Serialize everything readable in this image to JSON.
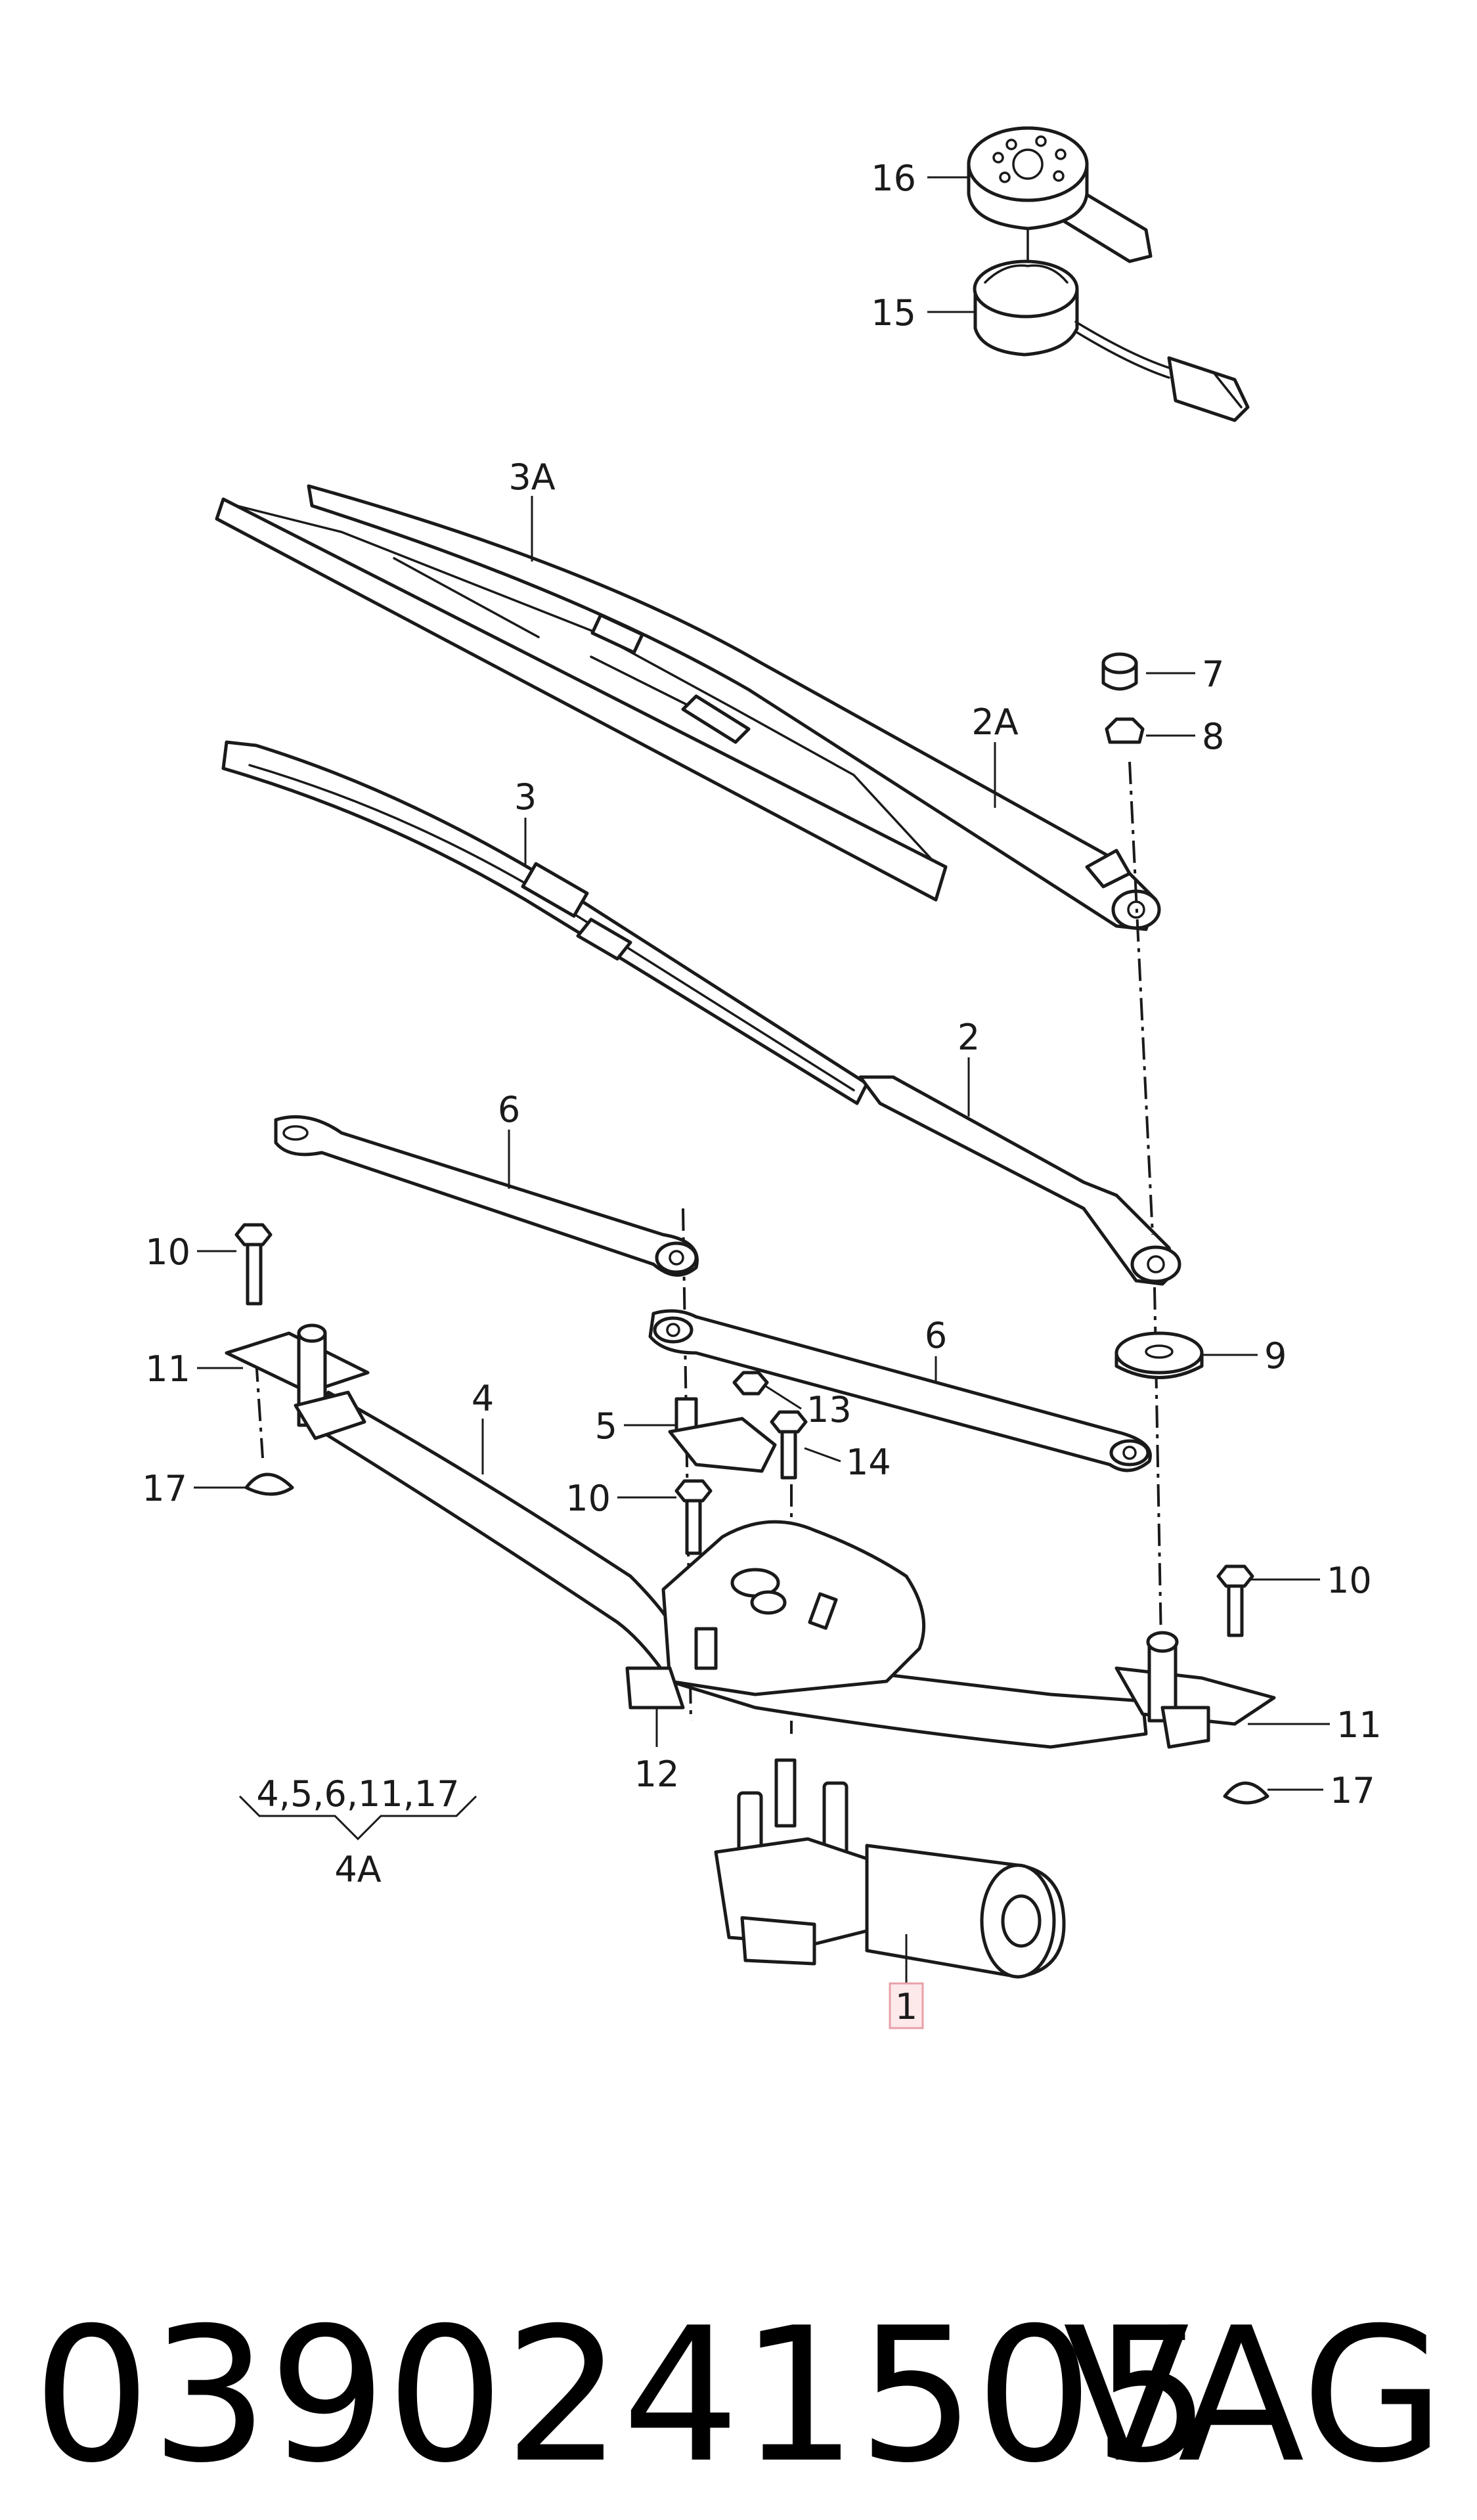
{
  "diagram": {
    "callouts": {
      "c16": "16",
      "c15": "15",
      "c3A": "3A",
      "c7": "7",
      "c8": "8",
      "c2A": "2A",
      "c3": "3",
      "c2": "2",
      "c6a": "6",
      "c6b": "6",
      "c10a": "10",
      "c11a": "11",
      "c17a": "17",
      "c4": "4",
      "c5": "5",
      "c13": "13",
      "c14": "14",
      "c9": "9",
      "c10b": "10",
      "c10c": "10",
      "c11b": "11",
      "c17b": "17",
      "c12": "12",
      "c1": "1"
    },
    "group_label": "4,5,6,11,17",
    "group_result": "4A",
    "highlight_color": "#e8a0a8"
  },
  "footer": {
    "part_number": "0390241505",
    "brand": "VAG"
  }
}
